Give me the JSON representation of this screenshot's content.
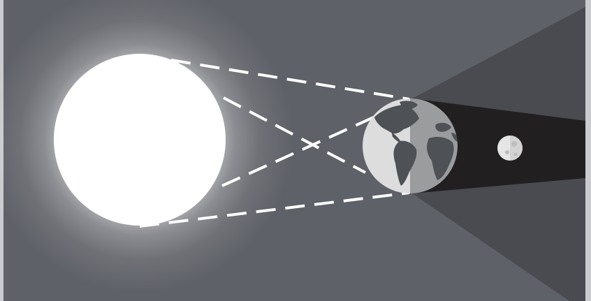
{
  "diagram": {
    "bodies": [
      "sun",
      "earth",
      "moon"
    ],
    "shadow_regions": [
      "umbra",
      "penumbra"
    ],
    "rays": "dashed"
  },
  "colors": {
    "frame": "#c9cbce",
    "background": "#5f6168",
    "sun": "#ffffff",
    "sun_glow": "#ffffff",
    "penumbra": "#4a4b50",
    "umbra": "#211f20",
    "earth_day": "#dcdddc",
    "earth_night": "#9b9c9d",
    "continents": "#4e5155",
    "moon": "#e6e6e6",
    "moon_craters": "#bdbdbd",
    "rays": "#ffffff"
  }
}
